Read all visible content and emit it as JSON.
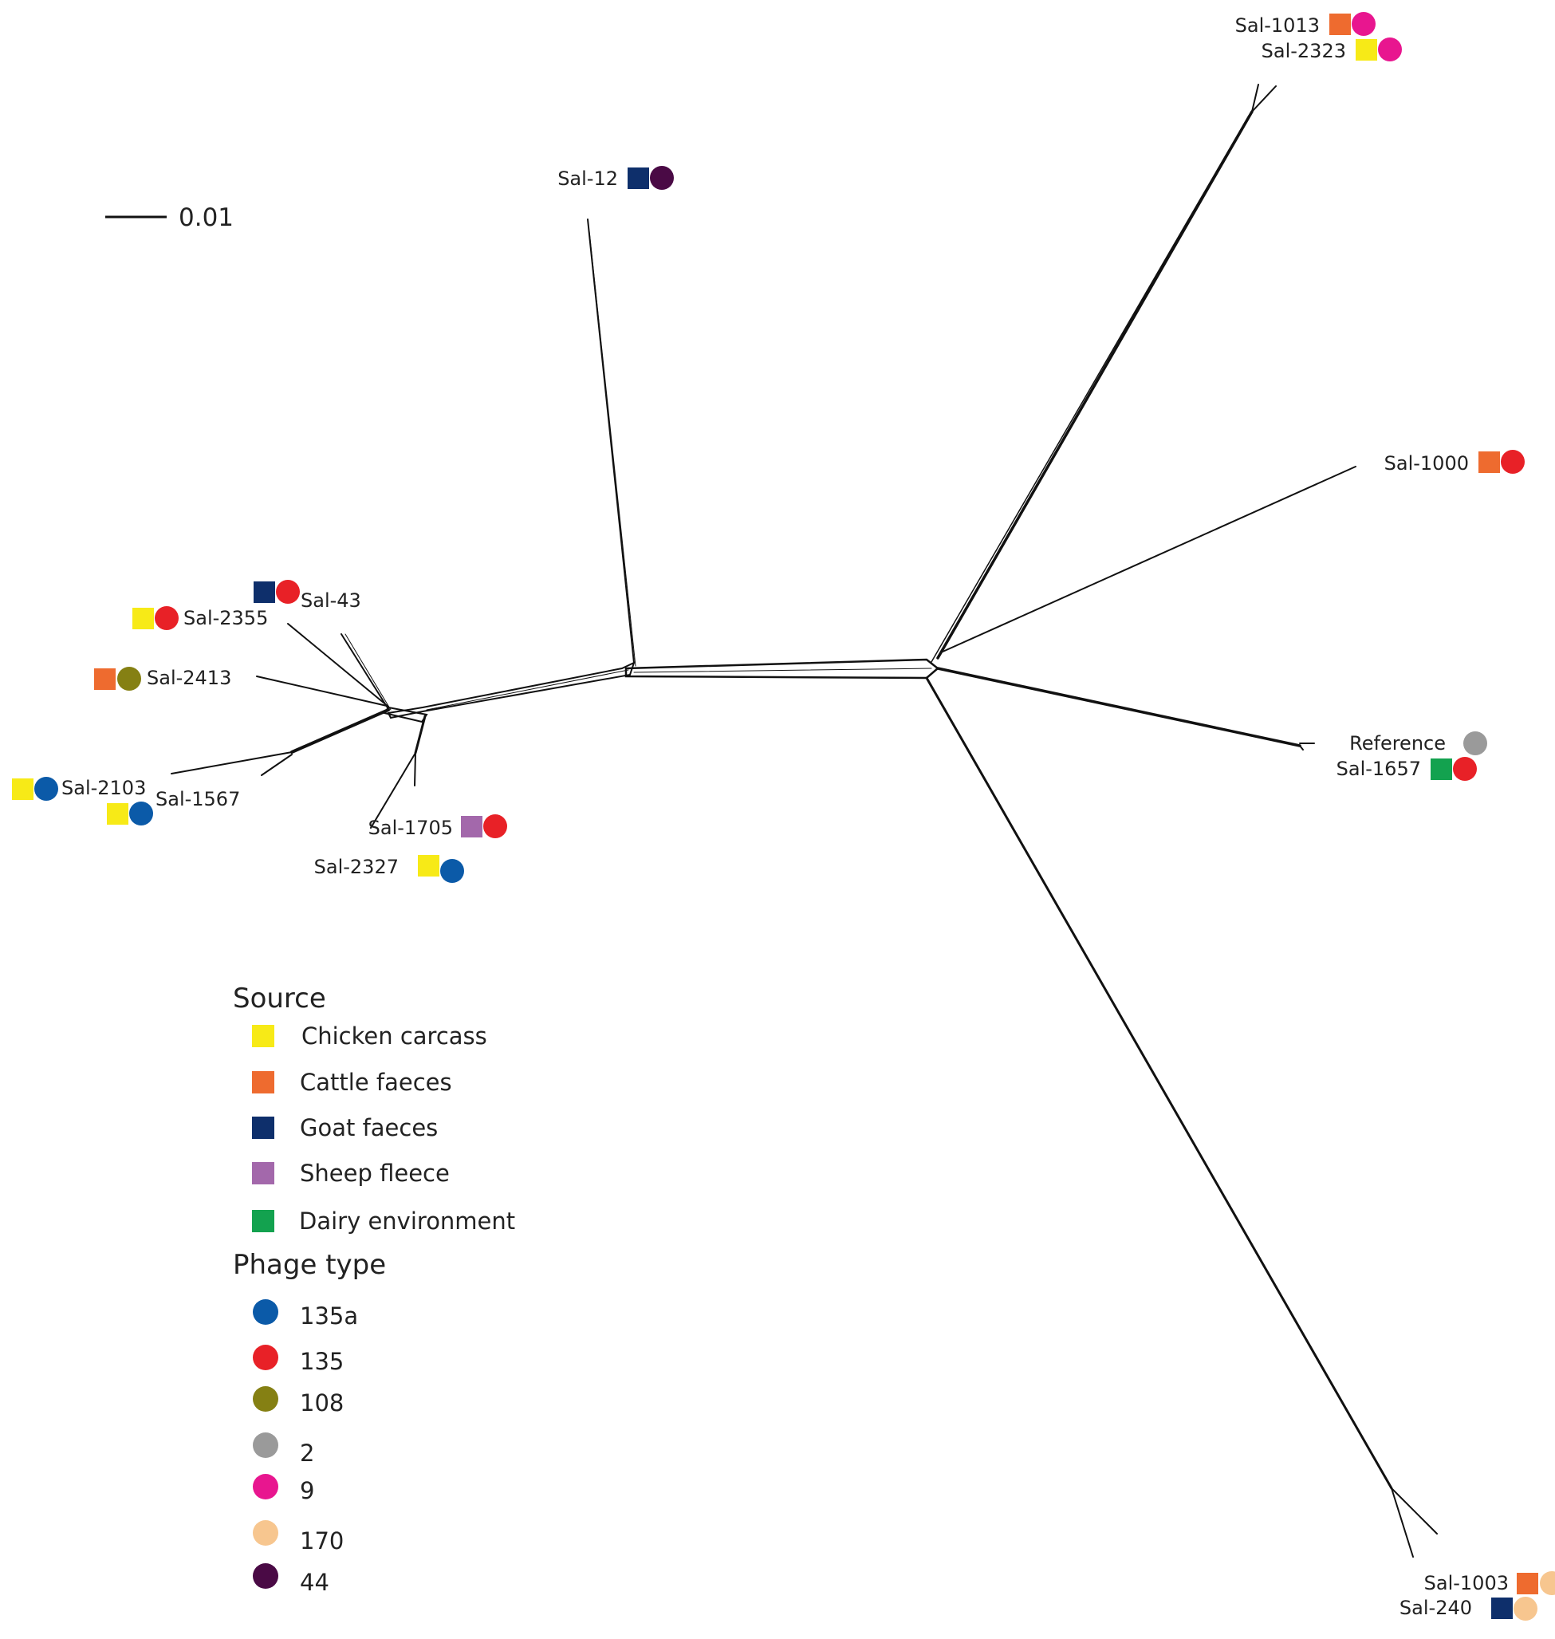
{
  "scale_bar": {
    "label": "0.01"
  },
  "colors": {
    "Chicken carcass": "#f7ea17",
    "Cattle faeces": "#ee6b2f",
    "Goat faeces": "#0e2f6b",
    "Sheep fleece": "#a368ab",
    "Dairy environment": "#13a24f",
    "135a": "#0b5aa8",
    "135": "#e82127",
    "108": "#858013",
    "2": "#9a9a9a",
    "9": "#e8168f",
    "170": "#f7c68f",
    "44": "#4a0a45"
  },
  "taxa": [
    {
      "name": "Sal-1013",
      "source": "Cattle faeces",
      "phage": "9"
    },
    {
      "name": "Sal-2323",
      "source": "Chicken carcass",
      "phage": "9"
    },
    {
      "name": "Sal-12",
      "source": "Goat faeces",
      "phage": "44"
    },
    {
      "name": "Sal-1000",
      "source": "Cattle faeces",
      "phage": "135"
    },
    {
      "name": "Sal-43",
      "source": "Goat faeces",
      "phage": "135"
    },
    {
      "name": "Sal-2355",
      "source": "Chicken carcass",
      "phage": "135"
    },
    {
      "name": "Sal-2413",
      "source": "Cattle faeces",
      "phage": "108"
    },
    {
      "name": "Sal-2103",
      "source": "Chicken carcass",
      "phage": "135a"
    },
    {
      "name": "Sal-1567",
      "source": "Chicken carcass",
      "phage": "135a"
    },
    {
      "name": "Sal-1705",
      "source": "Sheep fleece",
      "phage": "135"
    },
    {
      "name": "Sal-2327",
      "source": "Chicken carcass",
      "phage": "135a"
    },
    {
      "name": "Reference",
      "source": "",
      "phage": "2"
    },
    {
      "name": "Sal-1657",
      "source": "Dairy environment",
      "phage": "135"
    },
    {
      "name": "Sal-1003",
      "source": "Cattle faeces",
      "phage": "170"
    },
    {
      "name": "Sal-240",
      "source": "Goat faeces",
      "phage": "170"
    }
  ],
  "legend": {
    "source": {
      "title": "Source",
      "items": [
        "Chicken carcass",
        "Cattle faeces",
        "Goat faeces",
        "Sheep fleece",
        "Dairy environment"
      ]
    },
    "phage": {
      "title": "Phage type",
      "items": [
        "135a",
        "135",
        "108",
        "2",
        "9",
        "170",
        "44"
      ]
    }
  }
}
